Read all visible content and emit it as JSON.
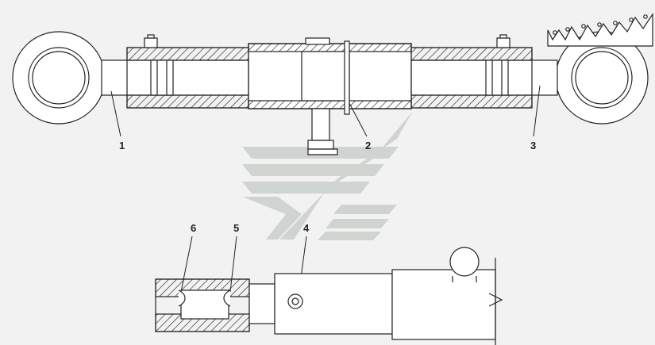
{
  "callouts": {
    "c1": "1",
    "c2": "2",
    "c3": "3",
    "c4": "4",
    "c5": "5",
    "c6": "6"
  },
  "colors": {
    "background": "#f2f2f2",
    "line": "#222222",
    "part_fill": "#ffffff",
    "watermark": "#c9cfcc"
  },
  "watermark": {
    "icon": "chevron-logo-icon"
  }
}
